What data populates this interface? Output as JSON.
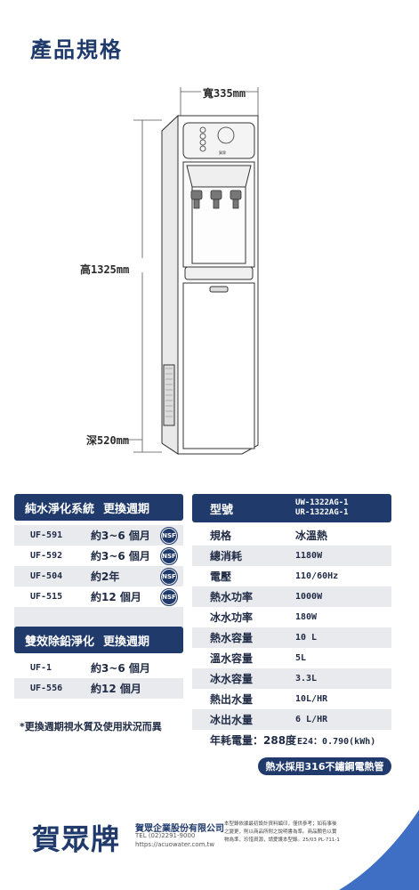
{
  "page_title": "產品規格",
  "dimensions": {
    "width": "寬335mm",
    "height": "高1325mm",
    "depth": "深520mm"
  },
  "device_brand_mark": "賀眾",
  "left_table_1": {
    "header": [
      "純水淨化系統",
      "更換週期"
    ],
    "rows": [
      {
        "model": "UF-591",
        "period": "約3~6 個月",
        "badge": "NSF"
      },
      {
        "model": "UF-592",
        "period": "約3~6 個月",
        "badge": "NSF"
      },
      {
        "model": "UF-504",
        "period": "約2年",
        "badge": "NSF"
      },
      {
        "model": "UF-515",
        "period": "約12 個月",
        "badge": "NSF"
      }
    ]
  },
  "left_table_2": {
    "header": [
      "雙效除鉛淨化",
      "更換週期"
    ],
    "rows": [
      {
        "model": "UF-1",
        "period": "約3~6 個月"
      },
      {
        "model": "UF-556",
        "period": "約12 個月"
      }
    ]
  },
  "note": "*更換週期視水質及使用狀況而異",
  "spec_table": {
    "header_label": "型號",
    "header_value_line1": "UW-1322AG-1",
    "header_value_line2": "UR-1322AG-1",
    "rows": [
      {
        "k": "規格",
        "v": "冰溫熱"
      },
      {
        "k": "總消耗",
        "v": "1180W"
      },
      {
        "k": "電壓",
        "v": "110/60Hz"
      },
      {
        "k": "熱水功率",
        "v": "1000W"
      },
      {
        "k": "冰水功率",
        "v": "180W"
      },
      {
        "k": "熱水容量",
        "v": "10 L"
      },
      {
        "k": "溫水容量",
        "v": "5L"
      },
      {
        "k": "冰水容量",
        "v": "3.3L"
      },
      {
        "k": "熱出水量",
        "v": "10L/HR"
      },
      {
        "k": "冰出水量",
        "v": "6 L/HR"
      },
      {
        "k": "年耗電量：288度",
        "v": "E24：0.790(kWh)"
      }
    ]
  },
  "highlight_pill": "熱水採用316不鏽鋼電熱管",
  "footer": {
    "logo": "賀眾牌",
    "company": "賀眾企業股份有限公司",
    "tel": "TEL (02)2291-9000",
    "url": "https://acuowater.com.tw",
    "disclaimer_1": "本型錄依據最初設計資料編印，僅供參考；如有事後",
    "disclaimer_2": "之變更，則以商品所附之說明書為準。商品顏色以實",
    "disclaimer_3": "物為準，珍惜資源，請愛護本型錄。25/03  PL-711-1"
  },
  "colors": {
    "navy": "#1f3a6b",
    "row_gray": "#e8eaed",
    "accent_blue": "#3f6fc4"
  }
}
